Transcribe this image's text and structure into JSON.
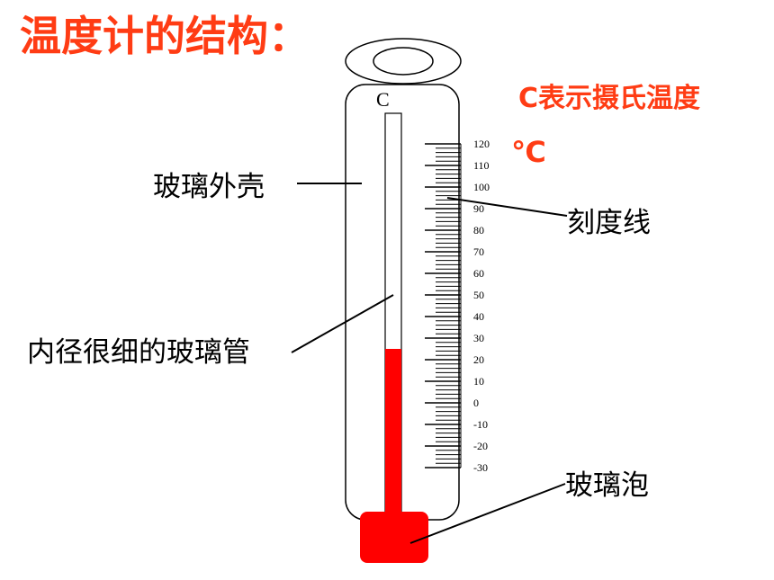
{
  "title": "温度计的结构：",
  "subtitle": "C表示摄氏温度",
  "unit_symbol": "℃",
  "tube_letter": "C",
  "labels": {
    "outer_shell": "玻璃外壳",
    "scale_lines": "刻度线",
    "inner_tube": "内径很细的玻璃管",
    "bulb": "玻璃泡"
  },
  "scale": {
    "min": -30,
    "max": 120,
    "major_step": 10,
    "tick_labels": [
      "120",
      "110",
      "100",
      "90",
      "80",
      "70",
      "60",
      "50",
      "40",
      "30",
      "20",
      "10",
      "0",
      "-10",
      "-20",
      "-30"
    ]
  },
  "liquid_level": 25,
  "colors": {
    "title": "#ff3c14",
    "liquid": "#ff0000",
    "outline": "#000000"
  }
}
